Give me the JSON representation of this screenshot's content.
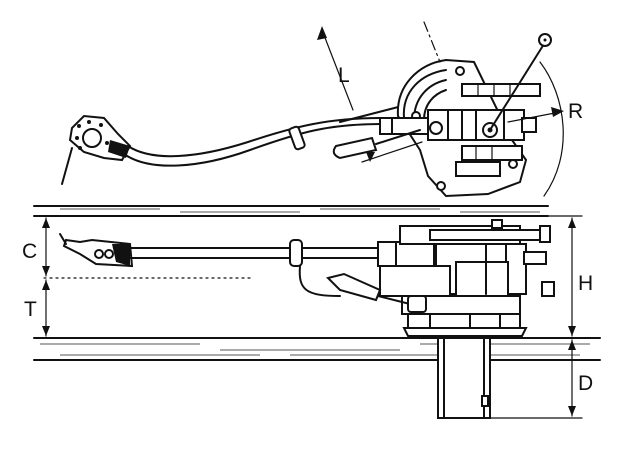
{
  "labels": {
    "L": "L",
    "R": "R",
    "C": "C",
    "T": "T",
    "H": "H",
    "D": "D"
  }
}
